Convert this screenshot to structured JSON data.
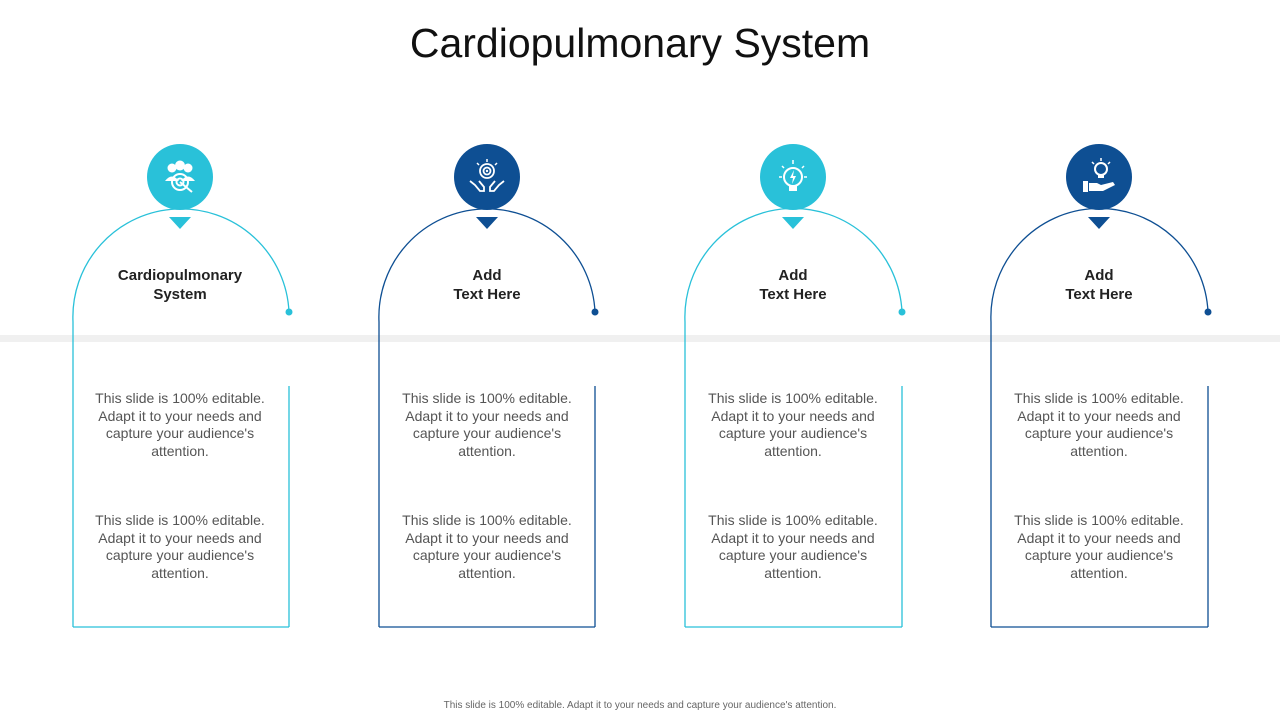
{
  "title": "Cardiopulmonary System",
  "colors": {
    "cyan": "#29c1d9",
    "navy": "#0e4f93",
    "band": "#f0f0f0"
  },
  "cards": [
    {
      "heading": "Cardiopulmonary\nSystem",
      "icon": "team-target-icon",
      "color": "cyan",
      "para1": "This slide is 100% editable. Adapt it to your needs and capture your audience's attention.",
      "para2": "This slide is 100% editable. Adapt it to your needs and capture your audience's attention."
    },
    {
      "heading": "Add\nText Here",
      "icon": "hands-target-icon",
      "color": "navy",
      "para1": "This slide is 100% editable. Adapt it to your needs and capture your audience's attention.",
      "para2": "This slide is 100% editable. Adapt it to your needs and capture your audience's attention."
    },
    {
      "heading": "Add\nText Here",
      "icon": "lightbulb-gear-icon",
      "color": "cyan",
      "para1": "This slide is 100% editable. Adapt it to your needs and capture your audience's attention.",
      "para2": "This slide is 100% editable. Adapt it to your needs and capture your audience's attention."
    },
    {
      "heading": "Add\nText Here",
      "icon": "hand-lightbulb-icon",
      "color": "navy",
      "para1": "This slide is 100% editable. Adapt it to your needs and capture your audience's attention.",
      "para2": "This slide is 100% editable. Adapt it to your needs and capture your audience's attention."
    }
  ],
  "footer": "This slide is 100% editable. Adapt it to your needs and capture your audience's attention."
}
